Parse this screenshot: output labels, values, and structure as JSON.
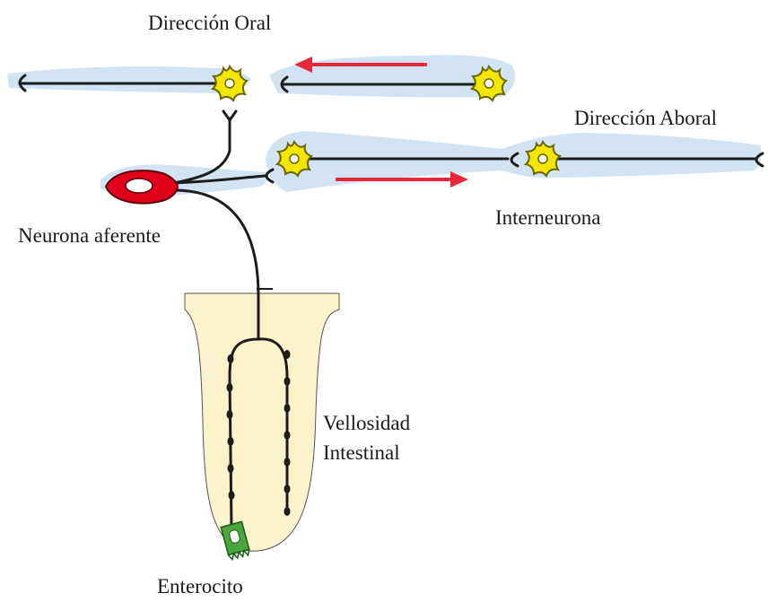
{
  "labels": {
    "oral_direction": "Dirección Oral",
    "aboral_direction": "Dirección Aboral",
    "interneuron": "Interneurona",
    "afferent_neuron": "Neurona aferente",
    "villus_line1": "Vellosidad",
    "villus_line2": "Intestinal",
    "enterocyte": "Enterocito"
  },
  "colors": {
    "glow": "#d2e4f3",
    "axon": "#1c1c1c",
    "interneuron_body": "#f3e600",
    "afferent_body": "#e0001b",
    "arrow": "#e8283a",
    "villus": "#fbf3cc",
    "enterocyte": "#4aa53c"
  }
}
